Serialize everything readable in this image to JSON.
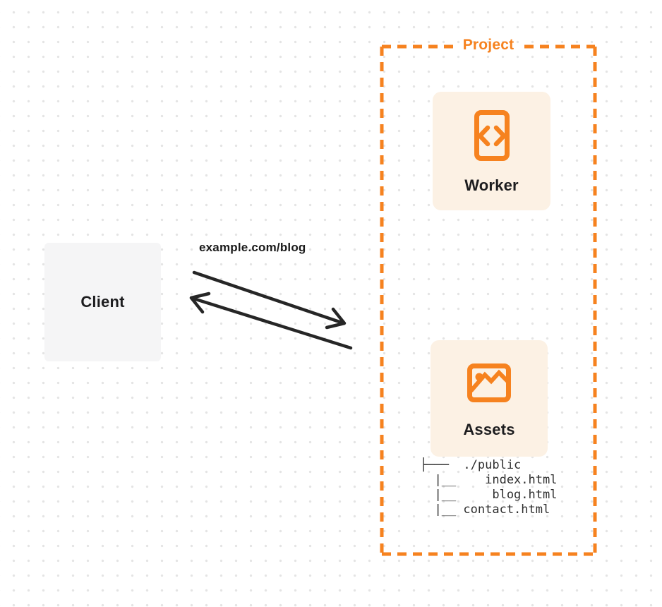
{
  "colors": {
    "accent_orange": "#F6821F",
    "card_background": "#FCF1E4",
    "client_background": "#F5F5F6",
    "arrow_dark": "#262626",
    "dot_grid": "#E4E4E4",
    "text_dark": "#1D1D1F"
  },
  "client": {
    "label": "Client"
  },
  "request": {
    "url_label": "example.com/blog"
  },
  "project": {
    "label": "Project",
    "worker": {
      "label": "Worker",
      "icon": "code-file-icon"
    },
    "assets": {
      "label": "Assets",
      "icon": "image-icon",
      "tree_text": "├───  ./public\n  |__    index.html\n  |__     blog.html\n  |__ contact.html"
    }
  }
}
